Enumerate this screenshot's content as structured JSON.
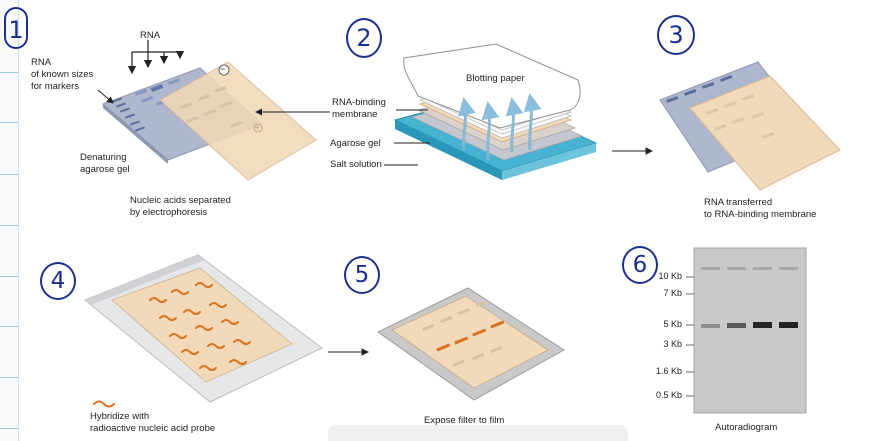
{
  "steps": [
    "1",
    "2",
    "3",
    "4",
    "5",
    "6"
  ],
  "panel1": {
    "rna_header": "RNA",
    "marker_label_line1": "RNA",
    "marker_label_line2": "of known sizes",
    "marker_label_line3": "for markers",
    "gel_label_line1": "Denaturing",
    "gel_label_line2": "agarose gel",
    "minus_sign": "−",
    "plus_sign": "+",
    "caption_line1": "Nucleic acids separated",
    "caption_line2": "by electrophoresis"
  },
  "panel2": {
    "blotting_paper": "Blotting paper",
    "membrane_line1": "RNA-binding",
    "membrane_line2": "membrane",
    "agarose_gel": "Agarose gel",
    "salt_solution": "Salt solution"
  },
  "panel3": {
    "caption_line1": "RNA transferred",
    "caption_line2": "to RNA-binding membrane"
  },
  "panel4": {
    "caption_line1": "Hybridize with",
    "caption_line2": "radioactive nucleic acid probe"
  },
  "panel5": {
    "caption": "Expose filter to film"
  },
  "panel6": {
    "size_labels": [
      "10 Kb",
      "7 Kb",
      "5 Kb",
      "3 Kb",
      "1.6 Kb",
      "0.5 Kb"
    ],
    "caption": "Autoradiogram"
  },
  "colors": {
    "step_ink": "#1b2f8f",
    "gel_blue": "#aeb7cd",
    "membrane_peach": "#f1d9b9",
    "probe_orange": "#d9731f",
    "salt_blue": "#48b2d2",
    "film_gray": "#c9c9c9"
  }
}
